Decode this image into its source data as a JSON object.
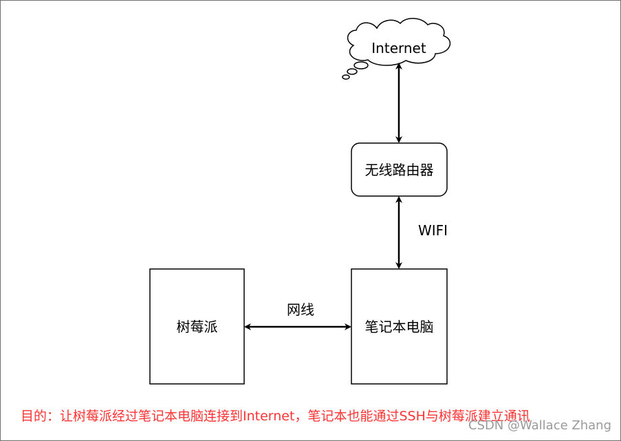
{
  "nodes": {
    "internet": {
      "label": "Internet"
    },
    "router": {
      "label": "无线路由器"
    },
    "laptop": {
      "label": "笔记本电脑"
    },
    "raspberry": {
      "label": "树莓派"
    }
  },
  "edges": {
    "wifi": {
      "label": "WIFI"
    },
    "cable": {
      "label": "网线"
    }
  },
  "caption": "目的：让树莓派经过笔记本电脑连接到Internet，笔记本也能通过SSH与树莓派建立通讯",
  "watermark": "CSDN @Wallace Zhang",
  "colors": {
    "caption": "#ff3333",
    "stroke": "#000000",
    "watermark": "#9a9a9a"
  }
}
